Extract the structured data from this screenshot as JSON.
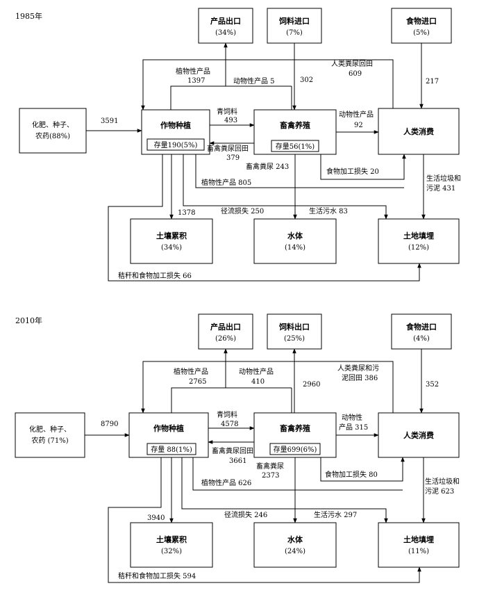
{
  "panels": [
    {
      "year": "1985年",
      "nodes": {
        "export": {
          "name": "产品出口",
          "pct": "(34%)"
        },
        "feed": {
          "name": "饲料进口",
          "pct": "(7%)"
        },
        "food": {
          "name": "食物进口",
          "pct": "(5%)"
        },
        "input_l1": "化肥、种子、",
        "input_l2": "农药(88%)",
        "crop": {
          "name": "作物种植",
          "stock": "存量190(5%)"
        },
        "livestock": {
          "name": "畜禽养殖",
          "stock": "存量56(1%)"
        },
        "human": {
          "name": "人类消费"
        },
        "soil": {
          "name": "土壤累积",
          "pct": "(34%)"
        },
        "water": {
          "name": "水体",
          "pct": "(14%)"
        },
        "landfill": {
          "name": "土地填埋",
          "pct": "(12%)"
        }
      },
      "flows": {
        "input": "3591",
        "plant_export_1": "植物性产品",
        "plant_export_2": "1397",
        "animal_export": "动物性产品 5",
        "feed_val": "302",
        "food_val": "217",
        "manure_human_1": "人类粪尿回田",
        "manure_human_2": "609",
        "green_feed_1": "青饲料",
        "green_feed_2": "493",
        "animal_human_1": "动物性产品",
        "animal_human_2": "92",
        "livestock_manure_1": "畜禽粪尿回田",
        "livestock_manure_2": "379",
        "manure_water": "畜禽粪尿 243",
        "proc_loss": "食物加工损失 20",
        "plant_human": "植物性产品 805",
        "garbage_1": "生活垃圾和",
        "garbage_2": "污泥 431",
        "soil_val": "1378",
        "runoff": "径流损失 250",
        "sewage": "生活污水 83",
        "straw": "秸秆和食物加工损失 66"
      }
    },
    {
      "year": "2010年",
      "nodes": {
        "export": {
          "name": "产品出口",
          "pct": "(26%)"
        },
        "feed": {
          "name": "饲料出口",
          "pct": "(25%)"
        },
        "food": {
          "name": "食物进口",
          "pct": "(4%)"
        },
        "input_l1": "化肥、种子、",
        "input_l2": "农药 (71%)",
        "crop": {
          "name": "作物种植",
          "stock": "存量 88(1%)"
        },
        "livestock": {
          "name": "畜禽养殖",
          "stock": "存量699(6%)"
        },
        "human": {
          "name": "人类消费"
        },
        "soil": {
          "name": "土壤累积",
          "pct": "(32%)"
        },
        "water": {
          "name": "水体",
          "pct": "(24%)"
        },
        "landfill": {
          "name": "土地填埋",
          "pct": "(11%)"
        }
      },
      "flows": {
        "input": "8790",
        "plant_export_1": "植物性产品",
        "plant_export_2": "2765",
        "animal_export_1": "动物性产品",
        "animal_export_2": "410",
        "feed_val": "2960",
        "food_val": "352",
        "manure_human_1": "人类粪尿和污",
        "manure_human_2": "泥回田 386",
        "green_feed_1": "青饲料",
        "green_feed_2": "4578",
        "animal_human_1": "动物性",
        "animal_human_2": "产品 315",
        "livestock_manure_1": "畜禽粪尿回田",
        "livestock_manure_2": "3661",
        "manure_water_1": "畜禽粪尿",
        "manure_water_2": "2373",
        "proc_loss": "食物加工损失 80",
        "plant_human": "植物性产品 626",
        "garbage_1": "生活垃圾和",
        "garbage_2": "污泥 623",
        "soil_val": "3940",
        "runoff": "径流损失 246",
        "sewage": "生活污水 297",
        "straw": "秸秆和食物加工损失 594"
      }
    }
  ]
}
